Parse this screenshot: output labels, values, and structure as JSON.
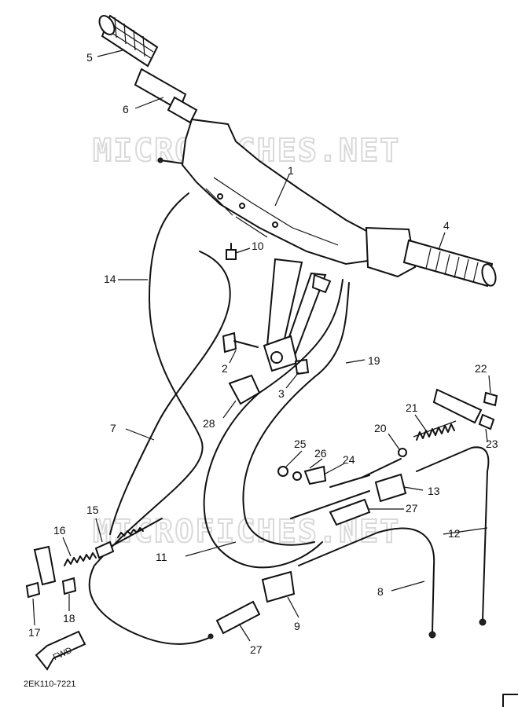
{
  "watermark": "MICROFICHES.NET",
  "part_code": "2EK110-7221",
  "fwd_label": "FWD",
  "callouts": [
    "1",
    "2",
    "3",
    "4",
    "5",
    "6",
    "7",
    "8",
    "9",
    "10",
    "11",
    "12",
    "13",
    "14",
    "15",
    "16",
    "17",
    "18",
    "19",
    "20",
    "21",
    "22",
    "23",
    "24",
    "25",
    "26",
    "27",
    "27",
    "28"
  ]
}
